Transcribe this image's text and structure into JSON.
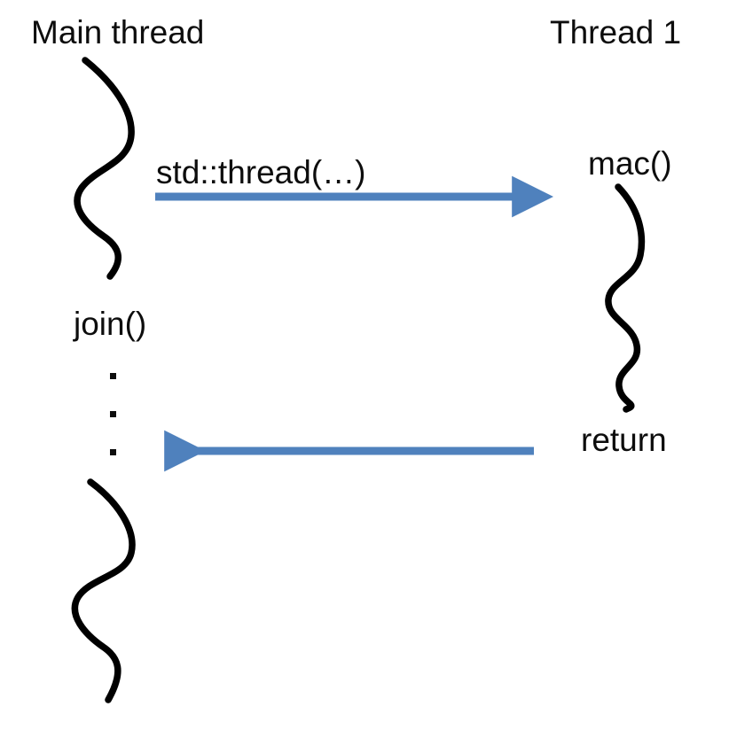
{
  "diagram": {
    "title": "C++ std::thread lifecycle sequence diagram",
    "background_color": "#ffffff",
    "ink_color": "#0d0d0d",
    "arrow_color": "#4f81bd",
    "lanes": [
      {
        "id": "main",
        "header": "Main thread"
      },
      {
        "id": "thread1",
        "header": "Thread 1"
      }
    ],
    "labels": {
      "main_thread": "Main thread",
      "thread_1": "Thread 1",
      "spawn_call": "std::thread(…)",
      "join_call": "join()",
      "worker_entry": "mac()",
      "worker_return": "return"
    },
    "messages": [
      {
        "id": "spawn",
        "label": "std::thread(…)",
        "from": "main",
        "to": "thread1",
        "direction": "right"
      },
      {
        "id": "return",
        "label": "return",
        "from": "thread1",
        "to": "main",
        "direction": "left"
      }
    ],
    "waiting_marker": {
      "name": "vertical-ellipsis",
      "dot_count": 3,
      "meaning": "main thread blocked in join()"
    },
    "lifelines": [
      {
        "id": "main-upper",
        "lane": "main",
        "style": "squiggle"
      },
      {
        "id": "worker",
        "lane": "thread1",
        "style": "squiggle"
      },
      {
        "id": "main-lower",
        "lane": "main",
        "style": "squiggle"
      }
    ]
  }
}
